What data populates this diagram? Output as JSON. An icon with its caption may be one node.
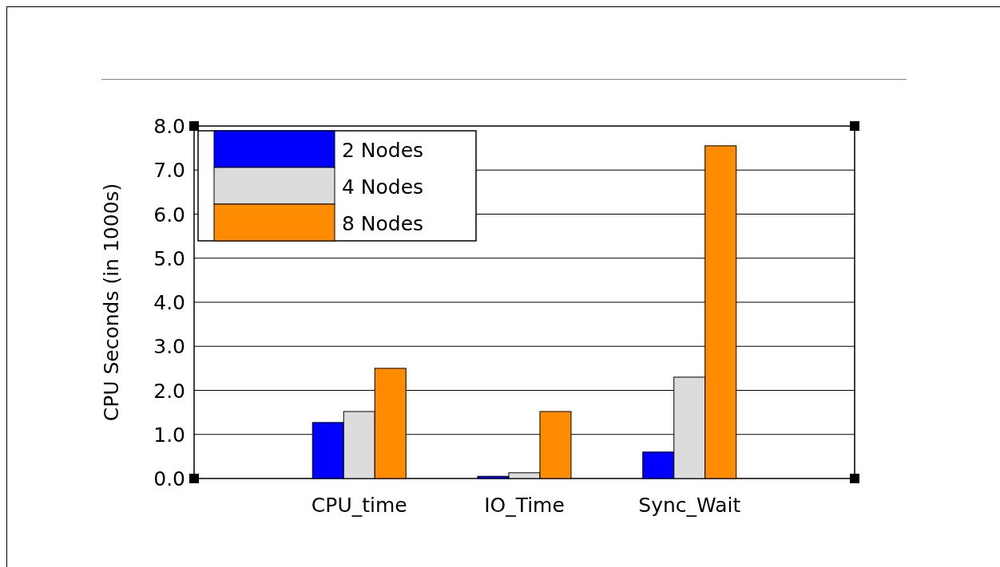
{
  "diagram": {
    "chart_data": {
      "type": "bar",
      "ylabel": "CPU Seconds (in 1000s)",
      "categories": [
        "CPU_time",
        "IO_Time",
        "Sync_Wait"
      ],
      "series": [
        {
          "color": "#0000ff",
          "values": [
            1.27,
            0.05,
            0.6
          ]
        },
        {
          "color": "#dcdcdc",
          "values": [
            1.52,
            0.13,
            2.3
          ]
        },
        {
          "color": "#ff8c00",
          "values": [
            2.5,
            1.52,
            7.55
          ]
        }
      ],
      "ylim": [
        0,
        8
      ],
      "yticks": [
        {
          "value": 0,
          "label": "0.0"
        },
        {
          "value": 1,
          "label": "1.0"
        },
        {
          "value": 2,
          "label": "2.0"
        },
        {
          "value": 3,
          "label": "3.0"
        },
        {
          "value": 4,
          "label": "4.0"
        },
        {
          "value": 5,
          "label": "5.0"
        },
        {
          "value": 6,
          "label": "6.0"
        },
        {
          "value": 7,
          "label": "7.0"
        },
        {
          "value": 8,
          "label": "8.0"
        }
      ],
      "orientation": "vertical",
      "grid": true
    },
    "legend": [
      {
        "text": "2 Nodes",
        "color": "#0000ff"
      },
      {
        "text": "4 Nodes",
        "color": "#dcdcdc"
      },
      {
        "text": "8 Nodes",
        "color": "#ff8c00"
      }
    ]
  }
}
